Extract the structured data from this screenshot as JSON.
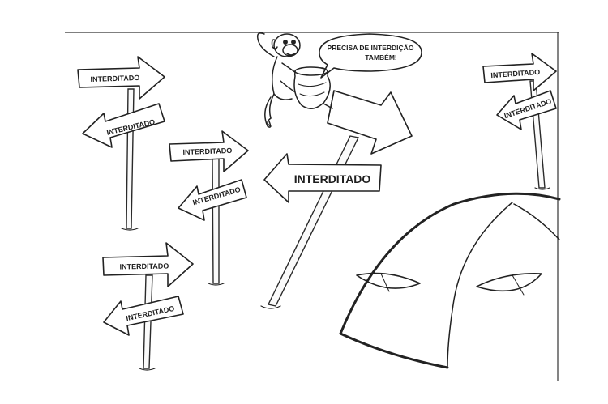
{
  "signs": [
    {
      "id": "s1",
      "label": "INTERDITADO"
    },
    {
      "id": "s2",
      "label": "INTERDITADO"
    },
    {
      "id": "s3",
      "label": "INTERDITADO"
    },
    {
      "id": "s4",
      "label": "INTERDITADO"
    },
    {
      "id": "s5",
      "label": "INTERDITADO"
    },
    {
      "id": "s6",
      "label": "INTERDITADO"
    },
    {
      "id": "s7",
      "label": "INTERDITADO"
    },
    {
      "id": "s8",
      "label": "INTERDITADO"
    },
    {
      "id": "s9",
      "label": "INTERDITADO"
    }
  ],
  "speech_bubble": {
    "line1": "PRECISA DE INTERDIÇÃO",
    "line2": "TAMBÉM!"
  },
  "colors": {
    "ink": "#222222",
    "paper": "#ffffff"
  }
}
